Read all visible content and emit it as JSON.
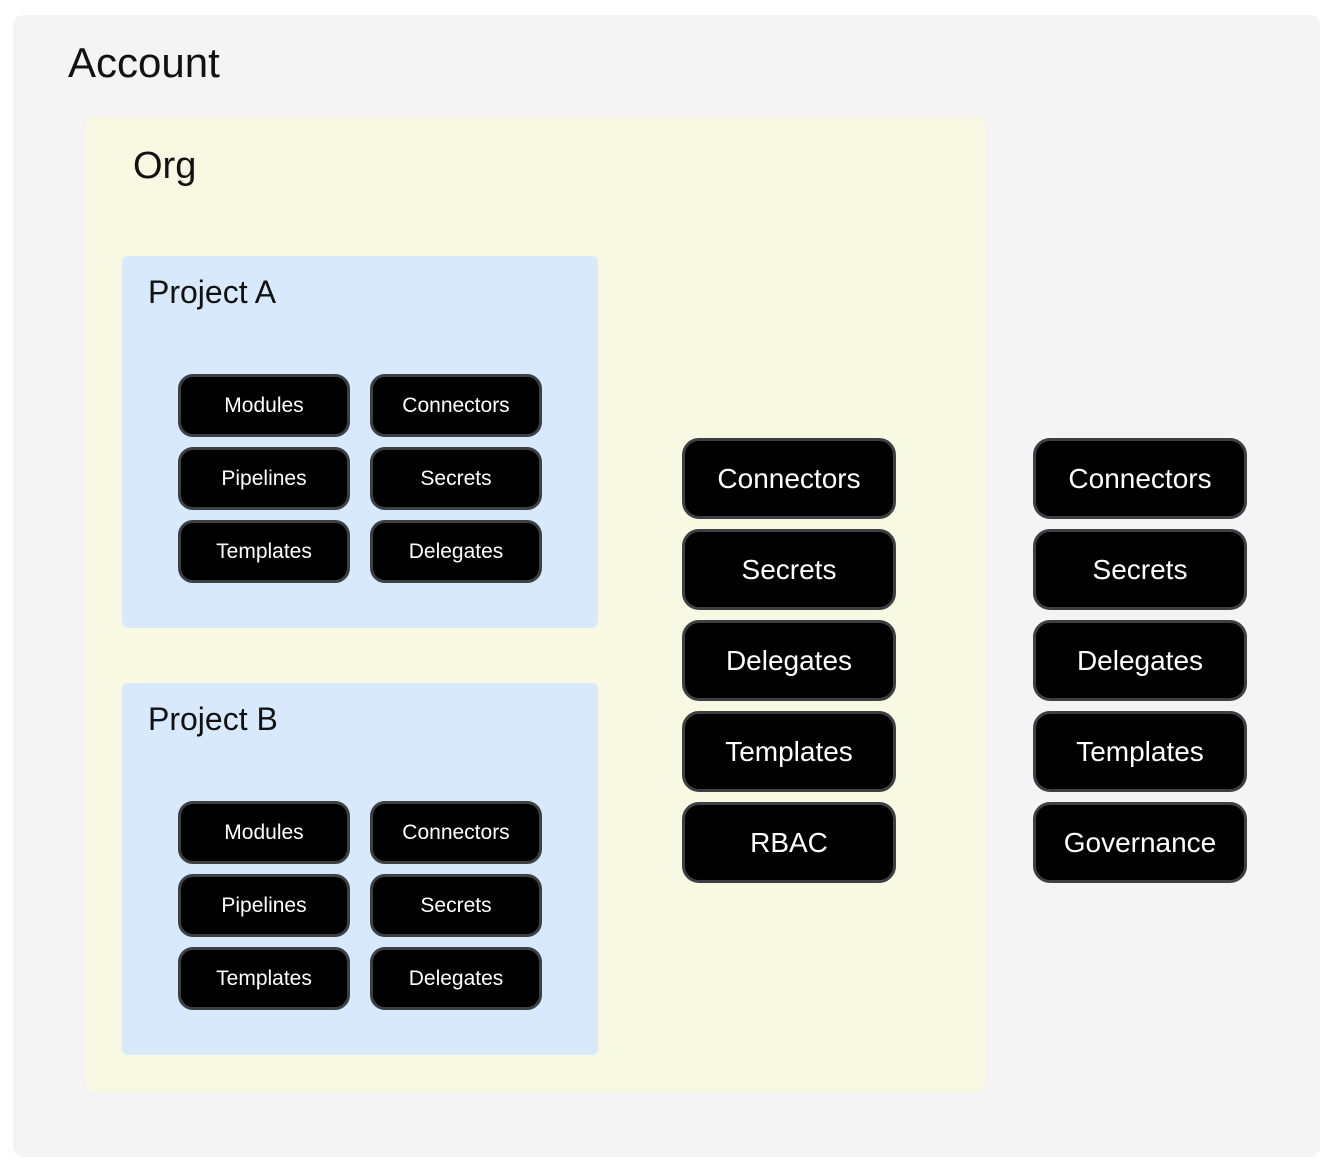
{
  "account": {
    "title": "Account",
    "org": {
      "title": "Org",
      "projects": [
        {
          "title": "Project A",
          "pills": [
            "Modules",
            "Connectors",
            "Pipelines",
            "Secrets",
            "Templates",
            "Delegates"
          ]
        },
        {
          "title": "Project B",
          "pills": [
            "Modules",
            "Connectors",
            "Pipelines",
            "Secrets",
            "Templates",
            "Delegates"
          ]
        }
      ],
      "org_pills": [
        "Connectors",
        "Secrets",
        "Delegates",
        "Templates",
        "RBAC"
      ]
    },
    "account_pills": [
      "Connectors",
      "Secrets",
      "Delegates",
      "Templates",
      "Governance"
    ]
  },
  "colors": {
    "account_bg": "#f4f4f4",
    "org_bg": "#f7f9e2",
    "project_bg": "#d9e9fc",
    "pill_bg": "#000000",
    "pill_border": "#3c4043",
    "pill_text": "#ffffff"
  }
}
